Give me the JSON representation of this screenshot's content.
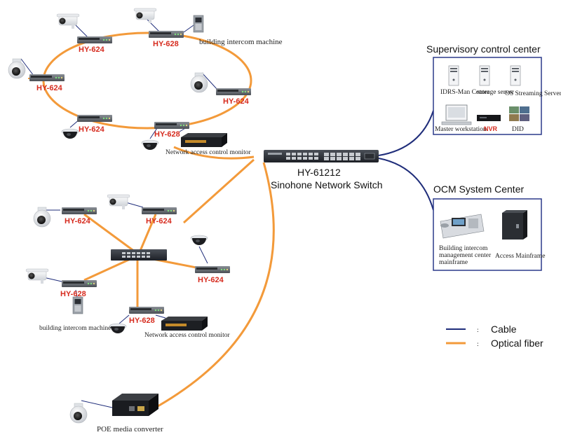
{
  "colors": {
    "fiber": "#f39a3a",
    "cable": "#1f2d7a",
    "model_label": "#d62b1e",
    "nvr": "#d62b1e"
  },
  "core_switch": {
    "model": "HY-61212",
    "name": "Sinohone Network Switch"
  },
  "ring": {
    "switches": [
      "HY-624",
      "HY-628",
      "HY-624",
      "HY-624",
      "HY-624",
      "HY-628"
    ],
    "intercom_label": "building intercom machine",
    "access_monitor_label": "Network access control monitor"
  },
  "star": {
    "switches": [
      "HY-624",
      "HY-624",
      "HY-628",
      "HY-624",
      "HY-628"
    ],
    "intercom_label": "building intercom machine",
    "access_monitor_label": "Network access control monitor"
  },
  "converter": {
    "label": "POE media converter"
  },
  "supervisory": {
    "title": "Supervisory control center",
    "items": [
      "IDRS-Man Center",
      "storage server",
      "OS Streaming Server",
      "Master workstation",
      "NVR",
      "DID"
    ]
  },
  "ocm": {
    "title": "OCM System Center",
    "items": [
      "Building intercom management center mainframe",
      "Access Mainframe"
    ]
  },
  "legend": {
    "cable": "Cable",
    "fiber": "Optical fiber",
    "separator": ":"
  },
  "icons": [
    "bullet-camera-icon",
    "dome-camera-icon",
    "ptz-camera-icon",
    "switch-icon",
    "intercom-icon",
    "access-controller-icon",
    "server-tower-icon",
    "workstation-icon",
    "nvr-icon",
    "video-wall-icon",
    "media-converter-icon"
  ]
}
